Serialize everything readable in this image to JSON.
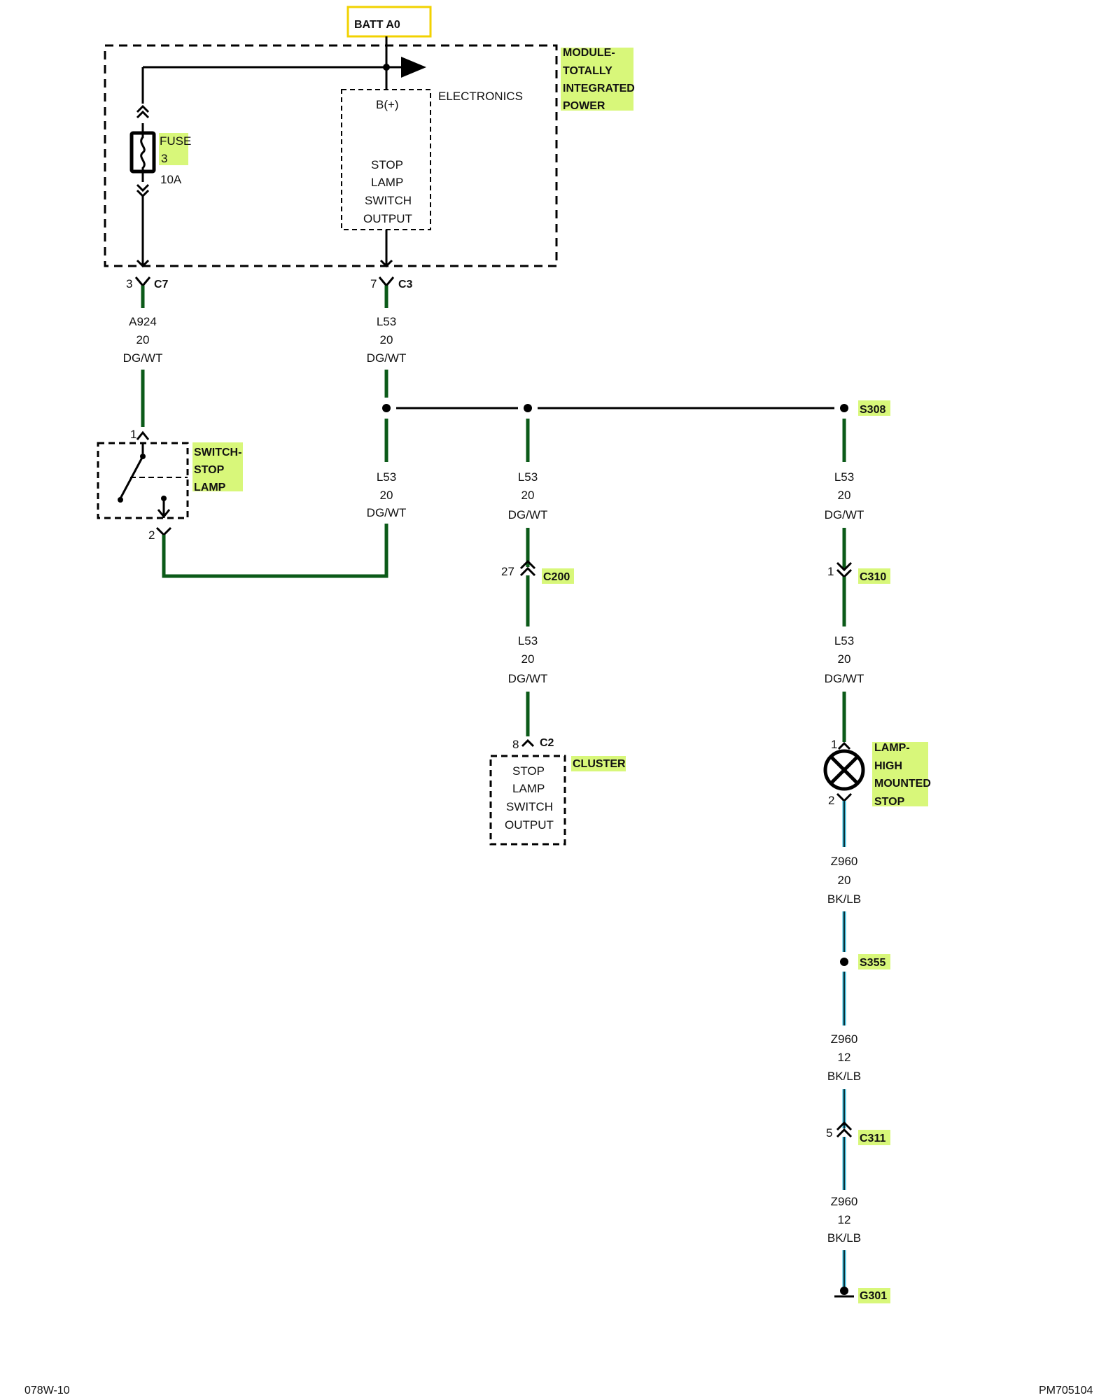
{
  "batt": {
    "label": "BATT A0",
    "border_color": "#f2d200"
  },
  "module": {
    "title": [
      "MODULE-",
      "TOTALLY",
      "INTEGRATED",
      "POWER"
    ],
    "electronics_label": "ELECTRONICS",
    "bplus_label": "B(+)",
    "output_label": [
      "STOP",
      "LAMP",
      "SWITCH",
      "OUTPUT"
    ],
    "fuse": {
      "name": "FUSE",
      "number": "3",
      "rating": "10A"
    }
  },
  "connectors": {
    "c7": {
      "pin": "3",
      "name": "C7"
    },
    "c3": {
      "pin": "7",
      "name": "C3"
    },
    "c200": {
      "pin": "27",
      "name": "C200"
    },
    "c310": {
      "pin": "1",
      "name": "C310"
    },
    "c2": {
      "pin": "8",
      "name": "C2"
    },
    "c311": {
      "pin": "5",
      "name": "C311"
    }
  },
  "wires": {
    "a924": [
      "A924",
      "20",
      "DG/WT"
    ],
    "l53_c3": [
      "L53",
      "20",
      "DG/WT"
    ],
    "l53_mid": [
      "L53",
      "20",
      "DG/WT"
    ],
    "l53_c200_up": [
      "L53",
      "20",
      "DG/WT"
    ],
    "l53_c200_down": [
      "L53",
      "20",
      "DG/WT"
    ],
    "l53_s308": [
      "L53",
      "20",
      "DG/WT"
    ],
    "l53_c310_down": [
      "L53",
      "20",
      "DG/WT"
    ],
    "z960_a": [
      "Z960",
      "20",
      "BK/LB"
    ],
    "z960_b": [
      "Z960",
      "12",
      "BK/LB"
    ],
    "z960_c": [
      "Z960",
      "12",
      "BK/LB"
    ]
  },
  "switch": {
    "title": [
      "SWITCH-",
      "STOP",
      "LAMP"
    ],
    "pin_top": "1",
    "pin_bottom": "2"
  },
  "splices": {
    "s308": "S308",
    "s355": "S355"
  },
  "cluster": {
    "title": "CLUSTER",
    "output_label": [
      "STOP",
      "LAMP",
      "SWITCH",
      "OUTPUT"
    ]
  },
  "lamp": {
    "title": [
      "LAMP-",
      "HIGH",
      "MOUNTED",
      "STOP"
    ],
    "pin_top": "1",
    "pin_bottom": "2"
  },
  "ground": {
    "name": "G301"
  },
  "footer": {
    "left": "078W-10",
    "right": "PM705104"
  },
  "colors": {
    "wire_green": "#0b5a18",
    "wire_blue": "#35b8d8",
    "highlight": "#d8f77a"
  }
}
